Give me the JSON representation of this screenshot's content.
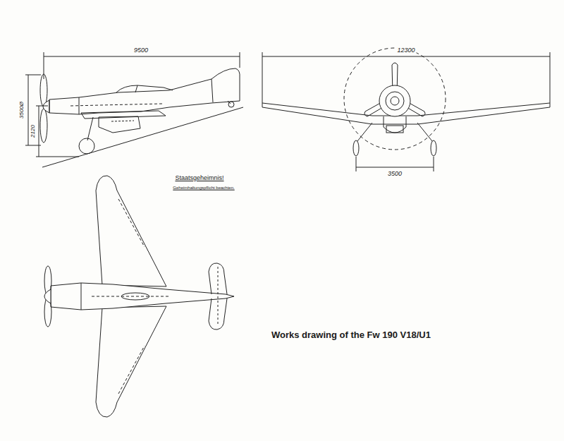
{
  "diagram": {
    "caption": "Works drawing of the Fw 190 V18/U1",
    "labels": [
      "9500",
      "12300",
      "3500Ø",
      "2120",
      "3500",
      "Staatsgeheimnis!",
      "Geheimhaltungspflicht beachten."
    ]
  }
}
